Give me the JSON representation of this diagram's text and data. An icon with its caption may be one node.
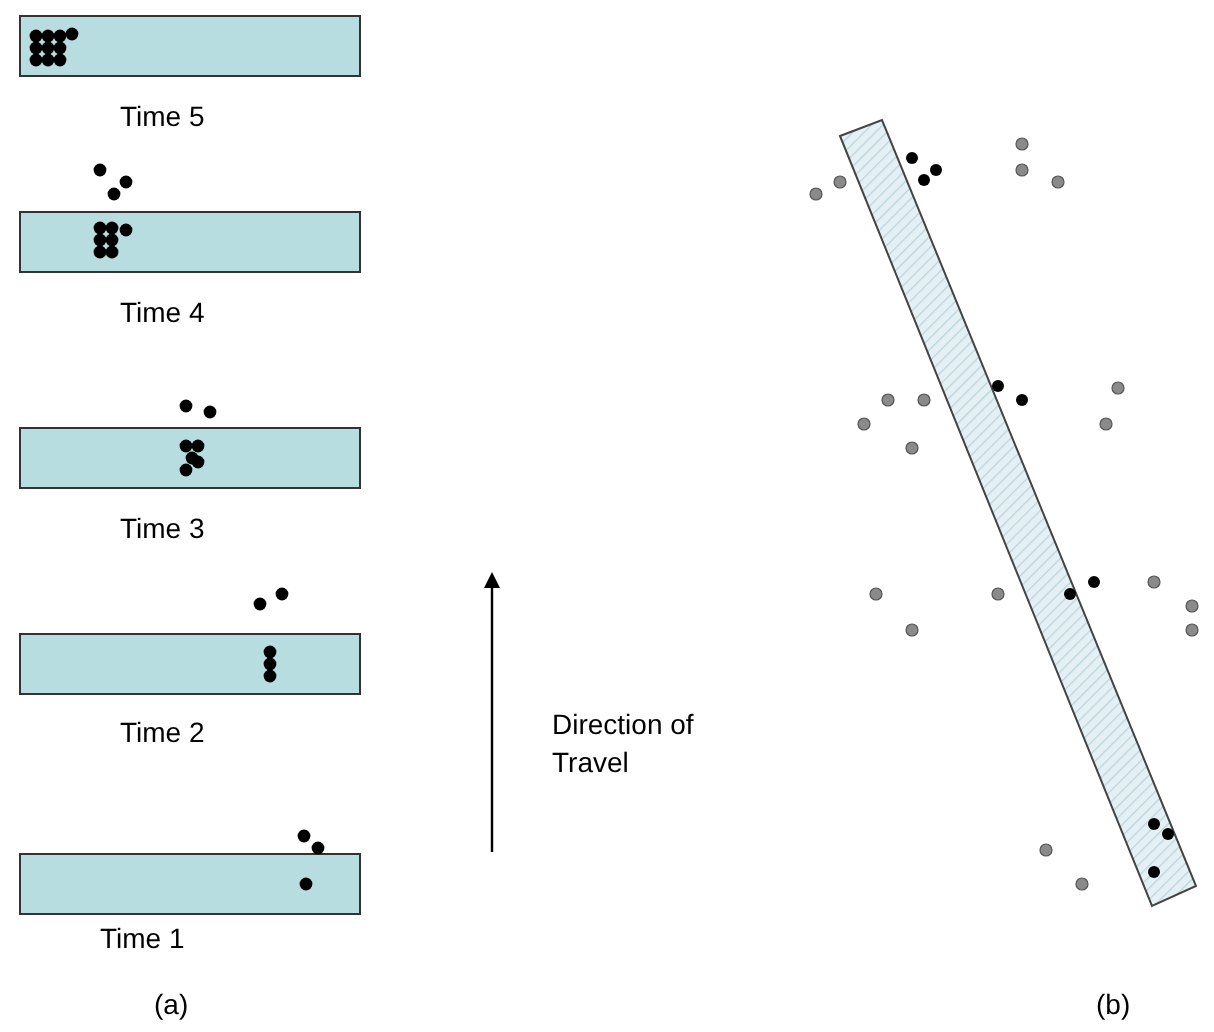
{
  "diagram": {
    "labels": [
      "Time 5",
      "Time 4",
      "Time 3",
      "Time 2",
      "Time 1",
      "Direction of Travel",
      "(a)",
      "(b)"
    ]
  }
}
